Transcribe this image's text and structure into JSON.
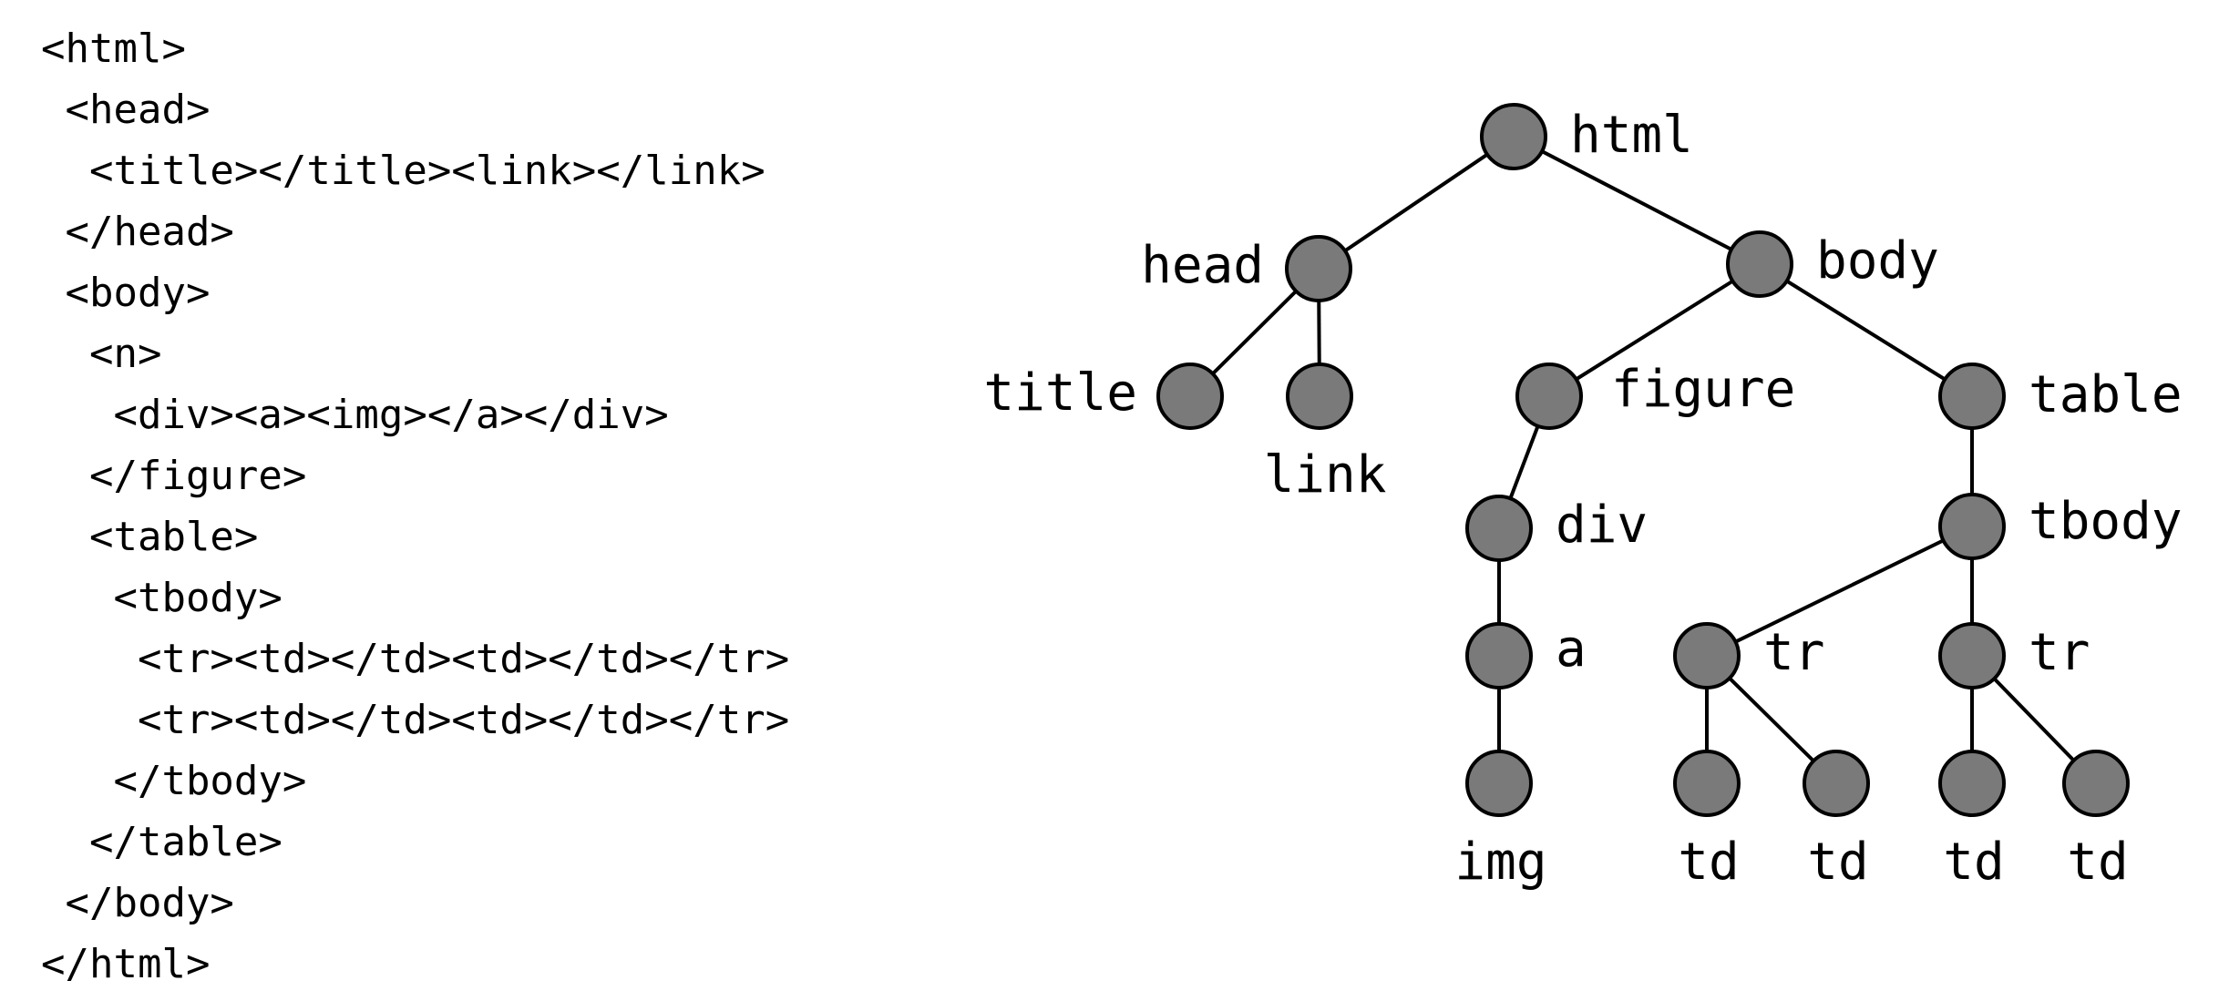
{
  "code": {
    "lines": [
      "<html>",
      " <head>",
      "  <title></title><link></link>",
      " </head>",
      " <body>",
      "  <n>",
      "   <div><a><img></a></div>",
      "  </figure>",
      "  <table>",
      "   <tbody>",
      "    <tr><td></td><td></td></tr>",
      "    <tr><td></td><td></td></tr>",
      "   </tbody>",
      "  </table>",
      " </body>",
      "</html>"
    ]
  },
  "tree": {
    "node_fill": "#7a7a7a",
    "nodes": [
      {
        "id": "html",
        "label": "html"
      },
      {
        "id": "head",
        "label": "head"
      },
      {
        "id": "body",
        "label": "body"
      },
      {
        "id": "title",
        "label": "title"
      },
      {
        "id": "link",
        "label": "link"
      },
      {
        "id": "figure",
        "label": "figure"
      },
      {
        "id": "table",
        "label": "table"
      },
      {
        "id": "div",
        "label": "div"
      },
      {
        "id": "tbody",
        "label": "tbody"
      },
      {
        "id": "a",
        "label": "a"
      },
      {
        "id": "tr1",
        "label": "tr"
      },
      {
        "id": "tr2",
        "label": "tr"
      },
      {
        "id": "img",
        "label": "img"
      },
      {
        "id": "td1",
        "label": "td"
      },
      {
        "id": "td2",
        "label": "td"
      },
      {
        "id": "td3",
        "label": "td"
      },
      {
        "id": "td4",
        "label": "td"
      }
    ],
    "edges": [
      [
        "html",
        "head"
      ],
      [
        "html",
        "body"
      ],
      [
        "head",
        "title"
      ],
      [
        "head",
        "link"
      ],
      [
        "body",
        "figure"
      ],
      [
        "body",
        "table"
      ],
      [
        "figure",
        "div"
      ],
      [
        "table",
        "tbody"
      ],
      [
        "div",
        "a"
      ],
      [
        "a",
        "img"
      ],
      [
        "tbody",
        "tr1"
      ],
      [
        "tbody",
        "tr2"
      ],
      [
        "tr1",
        "td1"
      ],
      [
        "tr1",
        "td2"
      ],
      [
        "tr2",
        "td3"
      ],
      [
        "tr2",
        "td4"
      ]
    ]
  }
}
